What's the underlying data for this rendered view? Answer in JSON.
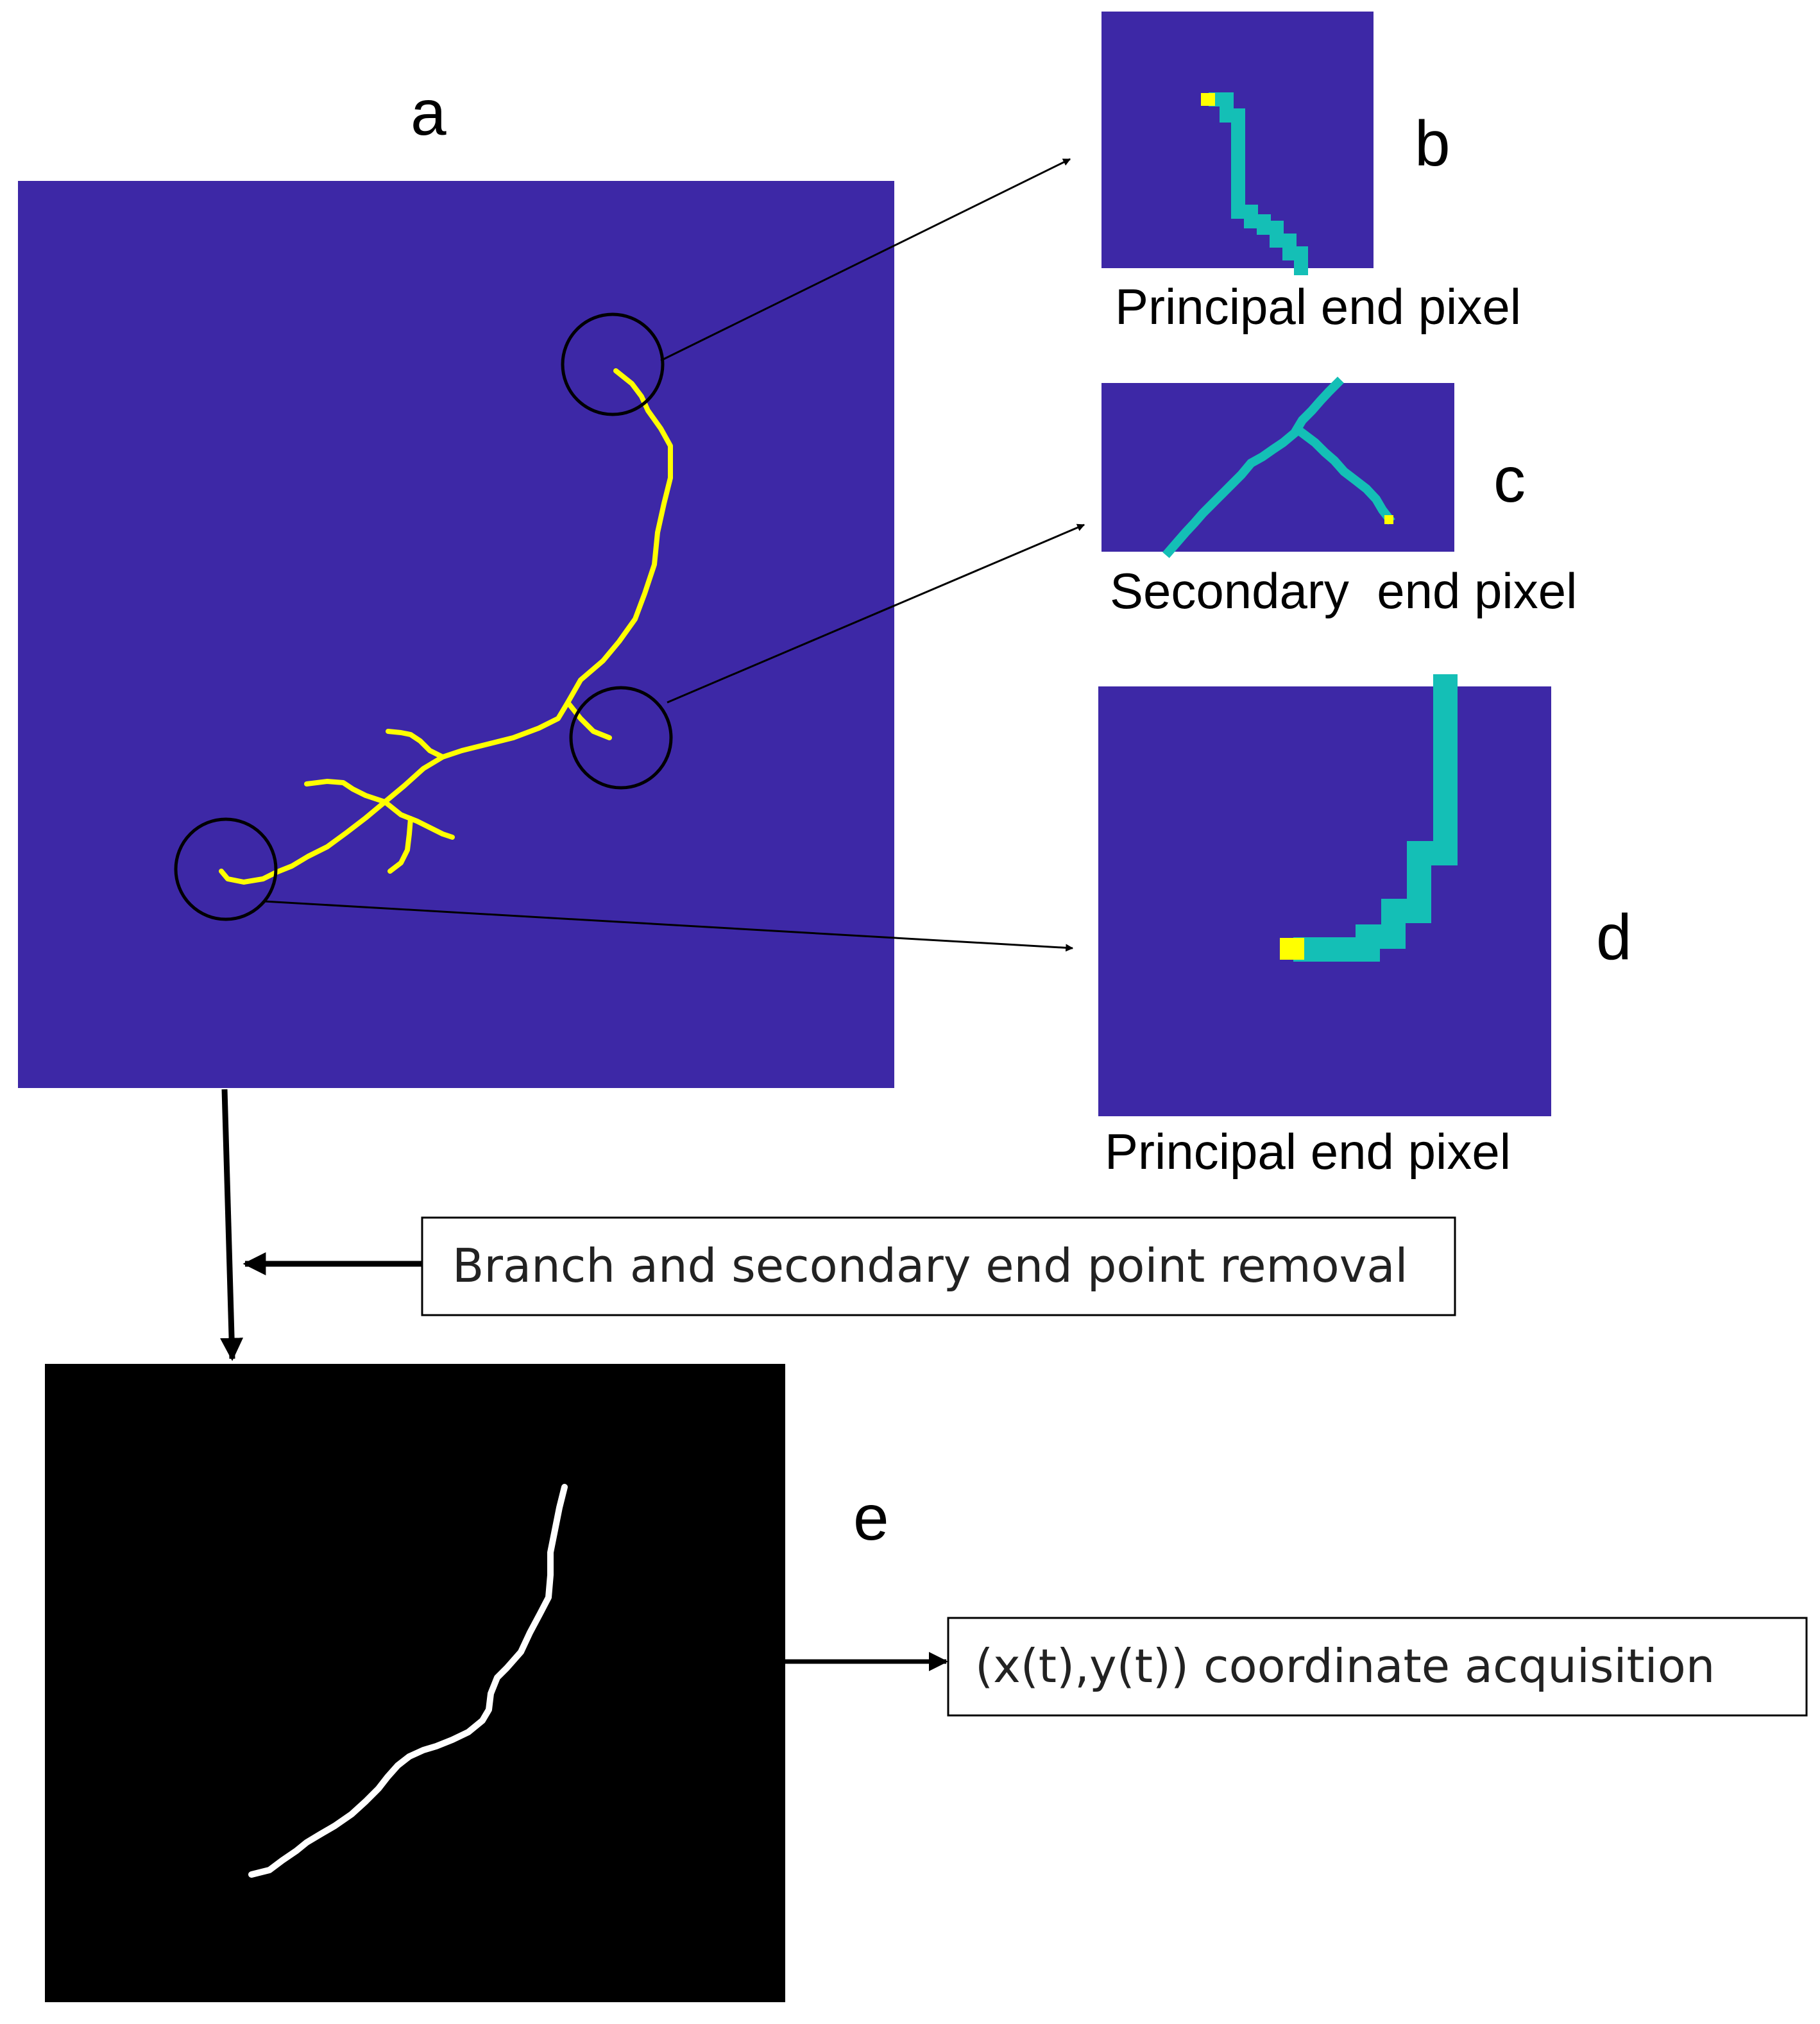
{
  "panels": {
    "a": {
      "letter": "a"
    },
    "b": {
      "letter": "b",
      "caption": "Principal end pixel"
    },
    "c": {
      "letter": "c",
      "caption": "Secondary  end pixel"
    },
    "d": {
      "letter": "d",
      "caption": "Principal end pixel"
    },
    "e": {
      "letter": "e"
    }
  },
  "steps": {
    "removal": "Branch and secondary end point removal",
    "coordinates": "(x(t),y(t)) coordinate acquisition"
  },
  "colors": {
    "background_panel": "#3d28a6",
    "skeleton": "#ffff00",
    "skeleton_zoom": "#14bfb6",
    "end_pixel": "#ffff00",
    "binary_background": "#000000",
    "binary_curve": "#ffffff"
  }
}
